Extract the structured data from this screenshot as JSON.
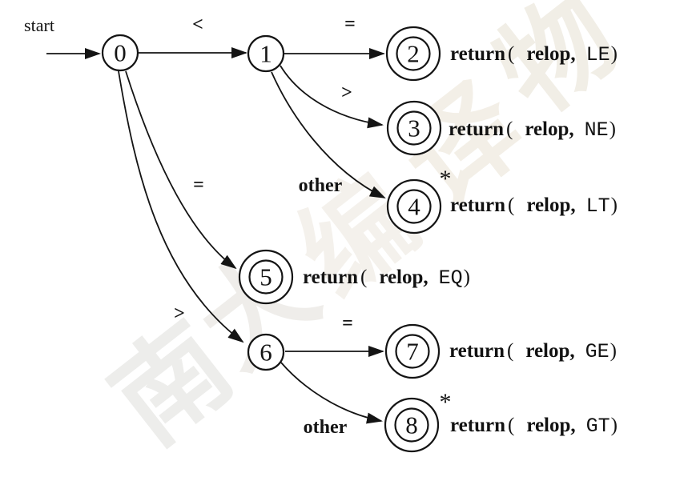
{
  "diagram_type": "finite-automaton-transition-diagram",
  "labels": {
    "start": "start",
    "retract_star": "*"
  },
  "states": [
    {
      "label": "0",
      "accepting": false
    },
    {
      "label": "1",
      "accepting": false
    },
    {
      "label": "2",
      "accepting": true,
      "mnemonic": "LE"
    },
    {
      "label": "3",
      "accepting": true,
      "mnemonic": "NE"
    },
    {
      "label": "4",
      "accepting": true,
      "mnemonic": "LT",
      "retract": true
    },
    {
      "label": "5",
      "accepting": true,
      "mnemonic": "EQ"
    },
    {
      "label": "6",
      "accepting": false
    },
    {
      "label": "7",
      "accepting": true,
      "mnemonic": "GE"
    },
    {
      "label": "8",
      "accepting": true,
      "mnemonic": "GT",
      "retract": true
    }
  ],
  "transitions": [
    {
      "from": "0",
      "to": "1",
      "label": "<"
    },
    {
      "from": "1",
      "to": "2",
      "label": "="
    },
    {
      "from": "1",
      "to": "3",
      "label": ">"
    },
    {
      "from": "1",
      "to": "4",
      "label": "other"
    },
    {
      "from": "0",
      "to": "5",
      "label": "="
    },
    {
      "from": "0",
      "to": "6",
      "label": ">"
    },
    {
      "from": "6",
      "to": "7",
      "label": "="
    },
    {
      "from": "6",
      "to": "8",
      "label": "other"
    }
  ],
  "tokens": {
    "return_kw": "return",
    "open_paren": "(",
    "token_name": "relop",
    "comma": ",",
    "close_paren": ")"
  },
  "watermark": {
    "chars": [
      "南",
      "大",
      "编",
      "译",
      "物"
    ],
    "color": "#e3dfd6"
  }
}
